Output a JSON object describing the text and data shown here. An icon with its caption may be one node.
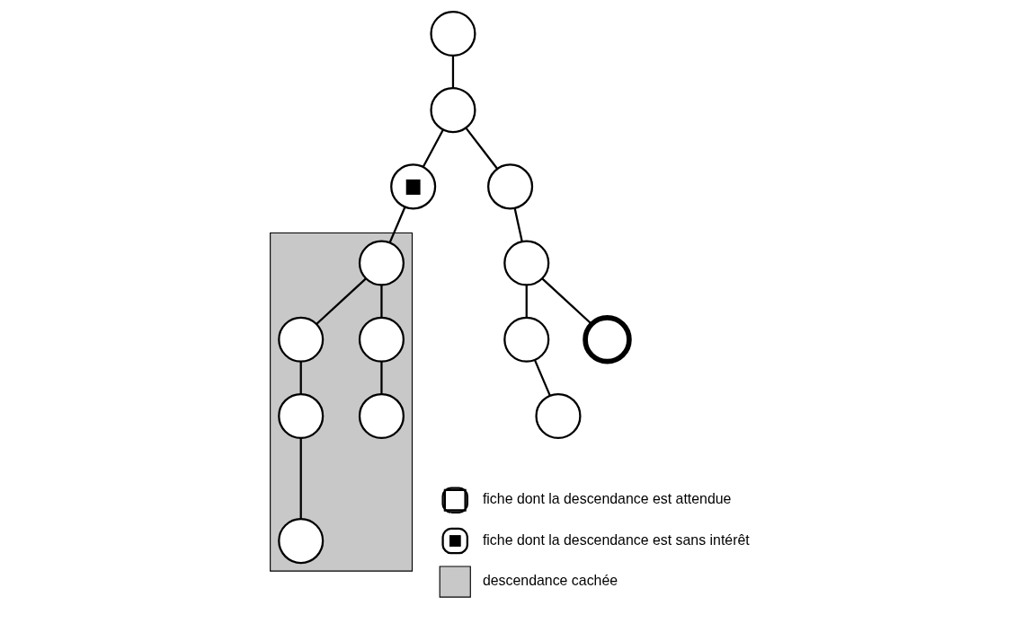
{
  "diagram": {
    "nodes": [
      {
        "text": [],
        "shape": "circle"
      },
      {
        "text": [],
        "shape": "circle"
      },
      {
        "text": [],
        "shape": "circle"
      },
      {
        "text": [],
        "shape": "circle"
      },
      {
        "text": [],
        "shape": "circle"
      },
      {
        "text": [],
        "shape": "circle"
      },
      {
        "text": [],
        "shape": "circle"
      },
      {
        "text": [],
        "shape": "circle"
      },
      {
        "text": [],
        "shape": "box"
      },
      {
        "text": [],
        "shape": "circle",
        "in": 8
      },
      {
        "text": [],
        "shape": "circle",
        "in": 8
      },
      {
        "text": [],
        "shape": "circle",
        "in": 8
      },
      {
        "text": [],
        "shape": "circle",
        "in": 8
      },
      {
        "text": [],
        "shape": "circle",
        "in": 8
      },
      {
        "text": [],
        "shape": "circle",
        "in": 8
      }
    ],
    "edges": [
      {
        "from": 0,
        "to": 1,
        "arrow": "none"
      },
      {
        "from": 1,
        "to": 2,
        "arrow": "none"
      },
      {
        "from": 1,
        "to": 3,
        "arrow": "none"
      },
      {
        "from": 3,
        "to": 4,
        "arrow": "none"
      },
      {
        "from": 4,
        "to": 5,
        "arrow": "none"
      },
      {
        "from": 4,
        "to": 6,
        "arrow": "none"
      },
      {
        "from": 5,
        "to": 7,
        "arrow": "none"
      },
      {
        "from": 2,
        "to": 9,
        "arrow": "none"
      },
      {
        "from": 9,
        "to": 10,
        "arrow": "none"
      },
      {
        "from": 9,
        "to": 11,
        "arrow": "none"
      },
      {
        "from": 10,
        "to": 12,
        "arrow": "none"
      },
      {
        "from": 11,
        "to": 13,
        "arrow": "none"
      },
      {
        "from": 12,
        "to": 14,
        "arrow": "none"
      }
    ],
    "legend": [
      {
        "text": "fiche dont la descendance est attendue"
      },
      {
        "text": "fiche dont la descendance est sans intérêt"
      },
      {
        "text": "descendance cachée",
        "color": "#c8c8c8"
      }
    ]
  }
}
